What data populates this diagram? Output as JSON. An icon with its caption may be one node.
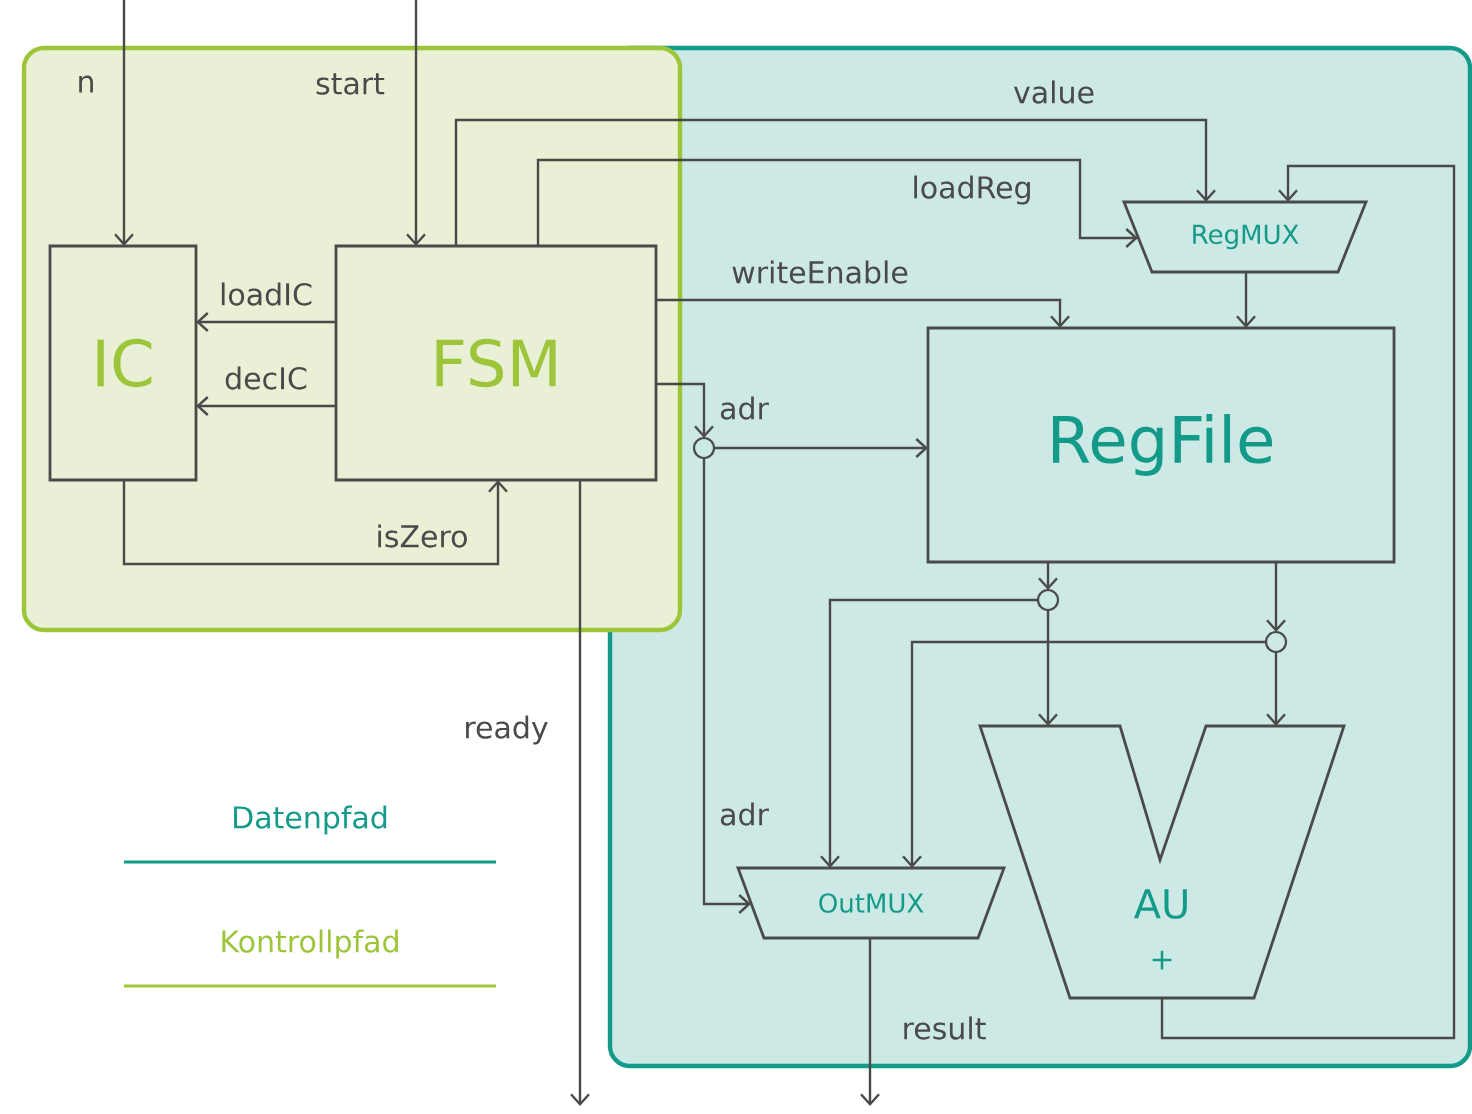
{
  "diagram": {
    "nodes": [
      {
        "text": [],
        "shape": "box"
      },
      {
        "text": [],
        "shape": "box"
      },
      {
        "text": [
          "IC"
        ],
        "in": 0
      },
      {
        "text": [
          "FSM"
        ],
        "in": 0
      },
      {
        "text": [
          "RegMUX"
        ],
        "in": 1
      },
      {
        "text": [
          "RegFile"
        ],
        "in": 1
      },
      {
        "text": [],
        "shape": "circle",
        "in": 1
      },
      {
        "text": [],
        "shape": "circle",
        "in": 1
      },
      {
        "text": [],
        "shape": "circle",
        "in": 1
      },
      {
        "text": [
          "OutMUX"
        ],
        "in": 1
      },
      {
        "text": [
          "AU",
          "+"
        ],
        "in": 1
      }
    ],
    "edges": [
      {
        "from": null,
        "to": 2,
        "arrow": "to",
        "label": "n"
      },
      {
        "from": null,
        "to": 3,
        "arrow": "to",
        "label": "start"
      },
      {
        "from": 3,
        "to": 2,
        "arrow": "to",
        "label": "loadIC"
      },
      {
        "from": 3,
        "to": 2,
        "arrow": "to",
        "label": "decIC"
      },
      {
        "from": 2,
        "to": 3,
        "arrow": "to",
        "label": "isZero"
      },
      {
        "from": 3,
        "to": 4,
        "arrow": "to",
        "label": "value"
      },
      {
        "from": 3,
        "to": 4,
        "arrow": "to",
        "label": "loadReg"
      },
      {
        "from": 3,
        "to": 5,
        "arrow": "to",
        "label": "writeEnable"
      },
      {
        "from": 3,
        "to": 6,
        "arrow": "to",
        "label": "adr"
      },
      {
        "from": 6,
        "to": 5,
        "arrow": "to"
      },
      {
        "from": 6,
        "to": 9,
        "arrow": "to",
        "label": "adr"
      },
      {
        "from": 4,
        "to": 5,
        "arrow": "to"
      },
      {
        "from": 5,
        "to": 7,
        "arrow": "to"
      },
      {
        "from": 5,
        "to": 8,
        "arrow": "to"
      },
      {
        "from": 7,
        "to": 10,
        "arrow": "to"
      },
      {
        "from": 8,
        "to": 10,
        "arrow": "to"
      },
      {
        "from": 7,
        "to": 9,
        "arrow": "to"
      },
      {
        "from": 8,
        "to": 9,
        "arrow": "to"
      },
      {
        "from": 10,
        "to": 4,
        "arrow": "to"
      },
      {
        "from": 3,
        "to": null,
        "arrow": "to",
        "label": "ready"
      },
      {
        "from": 9,
        "to": null,
        "arrow": "to",
        "label": "result"
      }
    ],
    "legend": [
      {
        "text": "Datenpfad",
        "color": "#139a89"
      },
      {
        "text": "Kontrollpfad",
        "color": "#9dc53a"
      }
    ]
  }
}
